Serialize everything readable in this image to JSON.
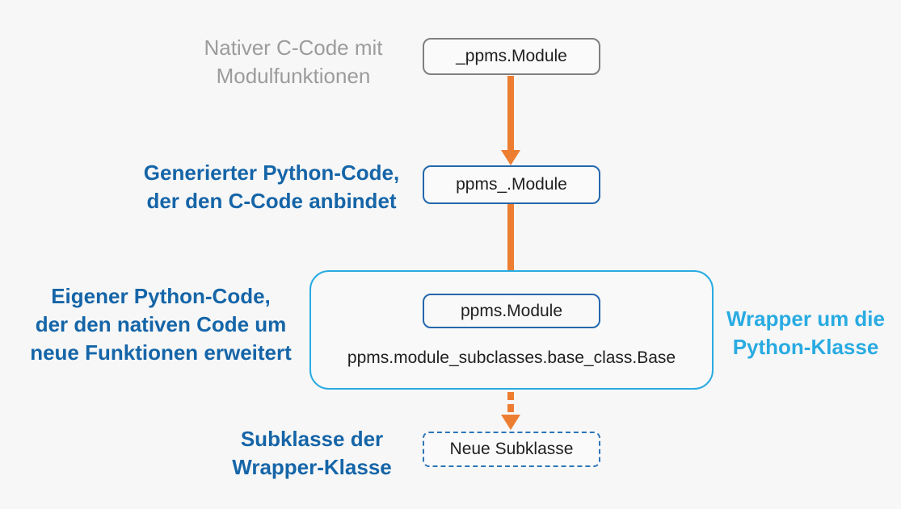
{
  "colors": {
    "background": "#f7f7f7",
    "arrow_orange": "#ed7d31",
    "label_gray": "#9c9c9c",
    "label_dark_blue": "#1565a8",
    "label_cyan": "#29abe2",
    "box_border_gray": "#7f7f7f",
    "box_border_blue": "#2567ac",
    "wrapper_border_cyan": "#29abe2",
    "box_text": "#1f1f1f"
  },
  "labels": {
    "native": {
      "line1": "Nativer C-Code mit",
      "line2": "Modulfunktionen"
    },
    "generated": {
      "line1": "Generierter Python-Code,",
      "line2": "der den C-Code anbindet"
    },
    "own": {
      "line1": "Eigener Python-Code,",
      "line2": "der den nativen Code um",
      "line3": "neue Funktionen erweitert"
    },
    "wrapper": {
      "line1": "Wrapper um die",
      "line2": "Python-Klasse"
    },
    "subclass": {
      "line1": "Subklasse der",
      "line2": "Wrapper-Klasse"
    }
  },
  "nodes": {
    "native_module": "_ppms.Module",
    "generated_module": "ppms_.Module",
    "wrapper_module": "ppms.Module",
    "base_class_path": "ppms.module_subclasses.base_class.Base",
    "new_subclass": "Neue Subklasse"
  }
}
